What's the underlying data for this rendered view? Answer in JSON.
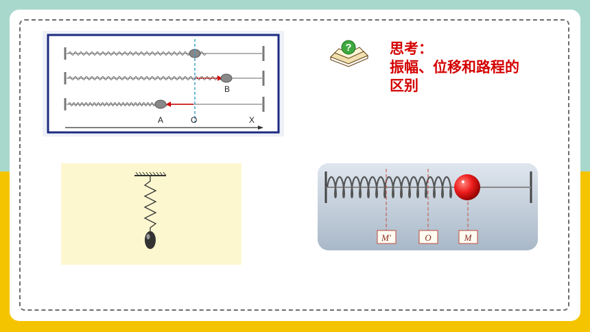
{
  "slide": {
    "think_title": "思考：",
    "think_line1": "振幅、位移和路程的",
    "think_line2": "区别"
  },
  "figure_horizontal": {
    "label_b": "B",
    "label_a": "A",
    "label_o": "O",
    "label_x": "X"
  },
  "figure_slider": {
    "label_m_prime": "M′",
    "label_o": "O",
    "label_m": "M"
  },
  "colors": {
    "accent_red": "#d40000",
    "top_band": "#a8d8cc",
    "bottom_band": "#f5c400"
  },
  "icons": {
    "think_icon": "question-book-icon"
  }
}
